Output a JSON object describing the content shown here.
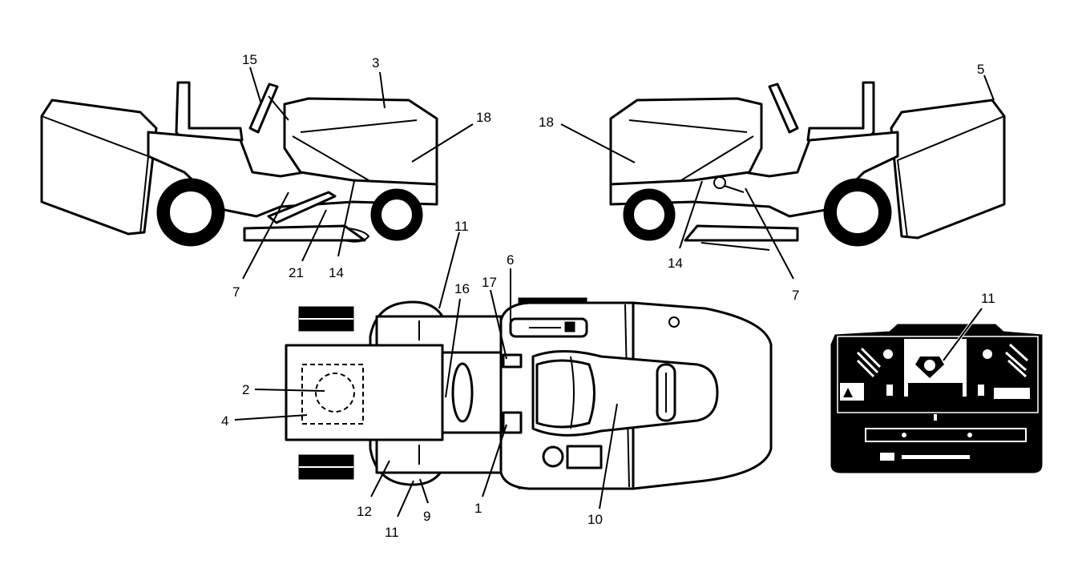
{
  "callouts": {
    "left_view": {
      "n15": "15",
      "n3": "3",
      "n18": "18",
      "n7": "7",
      "n21": "21",
      "n14": "14"
    },
    "right_view": {
      "n5": "5",
      "n18": "18",
      "n14": "14",
      "n7": "7"
    },
    "top_view": {
      "n11a": "11",
      "n6": "6",
      "n17": "17",
      "n16": "16",
      "n2": "2",
      "n4": "4",
      "n12": "12",
      "n11b": "11",
      "n9": "9",
      "n1": "1",
      "n10": "10"
    },
    "panel_view": {
      "n11": "11"
    }
  }
}
